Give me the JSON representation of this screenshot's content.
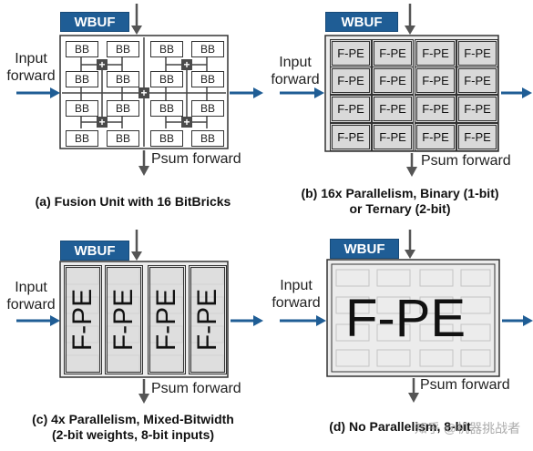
{
  "panels": [
    {
      "id": "a",
      "wbuf": "WBUF",
      "input_forward": [
        "Input",
        "forward"
      ],
      "psum_forward": "Psum forward",
      "caption": [
        "(a) Fusion Unit with 16 BitBricks"
      ],
      "unit_label": "BB",
      "adder_label": "+"
    },
    {
      "id": "b",
      "wbuf": "WBUF",
      "input_forward": [
        "Input",
        "forward"
      ],
      "psum_forward": "Psum forward",
      "caption": [
        "(b) 16x Parallelism, Binary (1-bit)",
        "or Ternary (2-bit)"
      ],
      "unit_label": "F-PE"
    },
    {
      "id": "c",
      "wbuf": "WBUF",
      "input_forward": [
        "Input",
        "forward"
      ],
      "psum_forward": "Psum forward",
      "caption": [
        "(c) 4x Parallelism, Mixed-Bitwidth",
        "(2-bit weights, 8-bit inputs)"
      ],
      "unit_label": "F-PE"
    },
    {
      "id": "d",
      "wbuf": "WBUF",
      "input_forward": [
        "Input",
        "forward"
      ],
      "psum_forward": "Psum forward",
      "caption": [
        "(d) No Parallelism, 8-bit"
      ],
      "unit_label": "F-PE",
      "watermark": "知乎 @机器挑战者"
    }
  ],
  "colors": {
    "wbuf": "#1f5d95",
    "arrow_blue": "#1f5d95",
    "arrow_gray": "#555555",
    "pe_fill": "#d9d9d9"
  }
}
